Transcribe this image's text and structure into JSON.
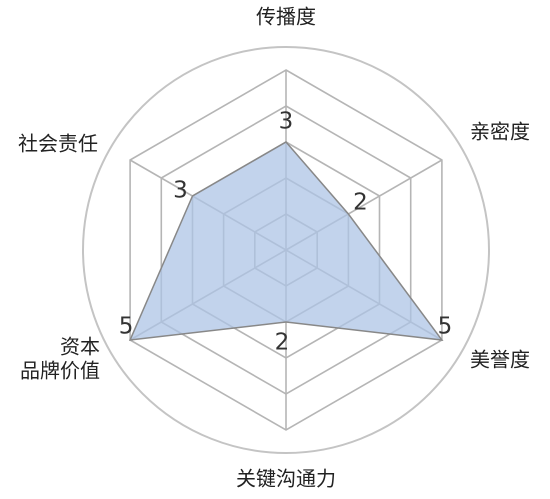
{
  "chart_data": {
    "type": "radar",
    "max": 5,
    "rings": 5,
    "outer_circle": true,
    "grid": true,
    "colors": {
      "fill": "#aec4e6",
      "fill_opacity": 0.75,
      "stroke": "#888888",
      "grid": "#b5b5b5",
      "outer_circle": "#c4c4c4"
    },
    "axes": [
      {
        "label": "传播度",
        "label_lines": [
          "传播度"
        ],
        "value": 3
      },
      {
        "label": "亲密度",
        "label_lines": [
          "亲密度"
        ],
        "value": 2
      },
      {
        "label": "美誉度",
        "label_lines": [
          "美誉度"
        ],
        "value": 5
      },
      {
        "label": "关键沟通力",
        "label_lines": [
          "关键沟通力"
        ],
        "value": 2
      },
      {
        "label": "资本品牌价值",
        "label_lines": [
          "资本",
          "品牌价值"
        ],
        "value": 5
      },
      {
        "label": "社会责任",
        "label_lines": [
          "社会责任"
        ],
        "value": 3
      }
    ]
  }
}
